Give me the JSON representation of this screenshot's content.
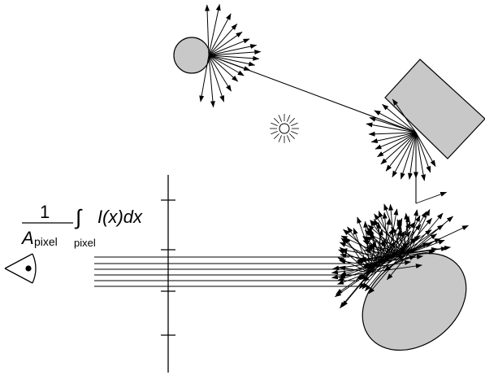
{
  "colors": {
    "stroke": "#000000",
    "object_fill": "#c8c8c8",
    "background": "#ffffff"
  },
  "equation": {
    "numerator": "1",
    "denominator_symbol": "A",
    "denominator_subscript": "pixel",
    "integral_symbol": "∫",
    "integral_subscript": "pixel",
    "integrand": "I(x)dx"
  },
  "icons": [
    "eye-icon",
    "light-source-icon"
  ]
}
